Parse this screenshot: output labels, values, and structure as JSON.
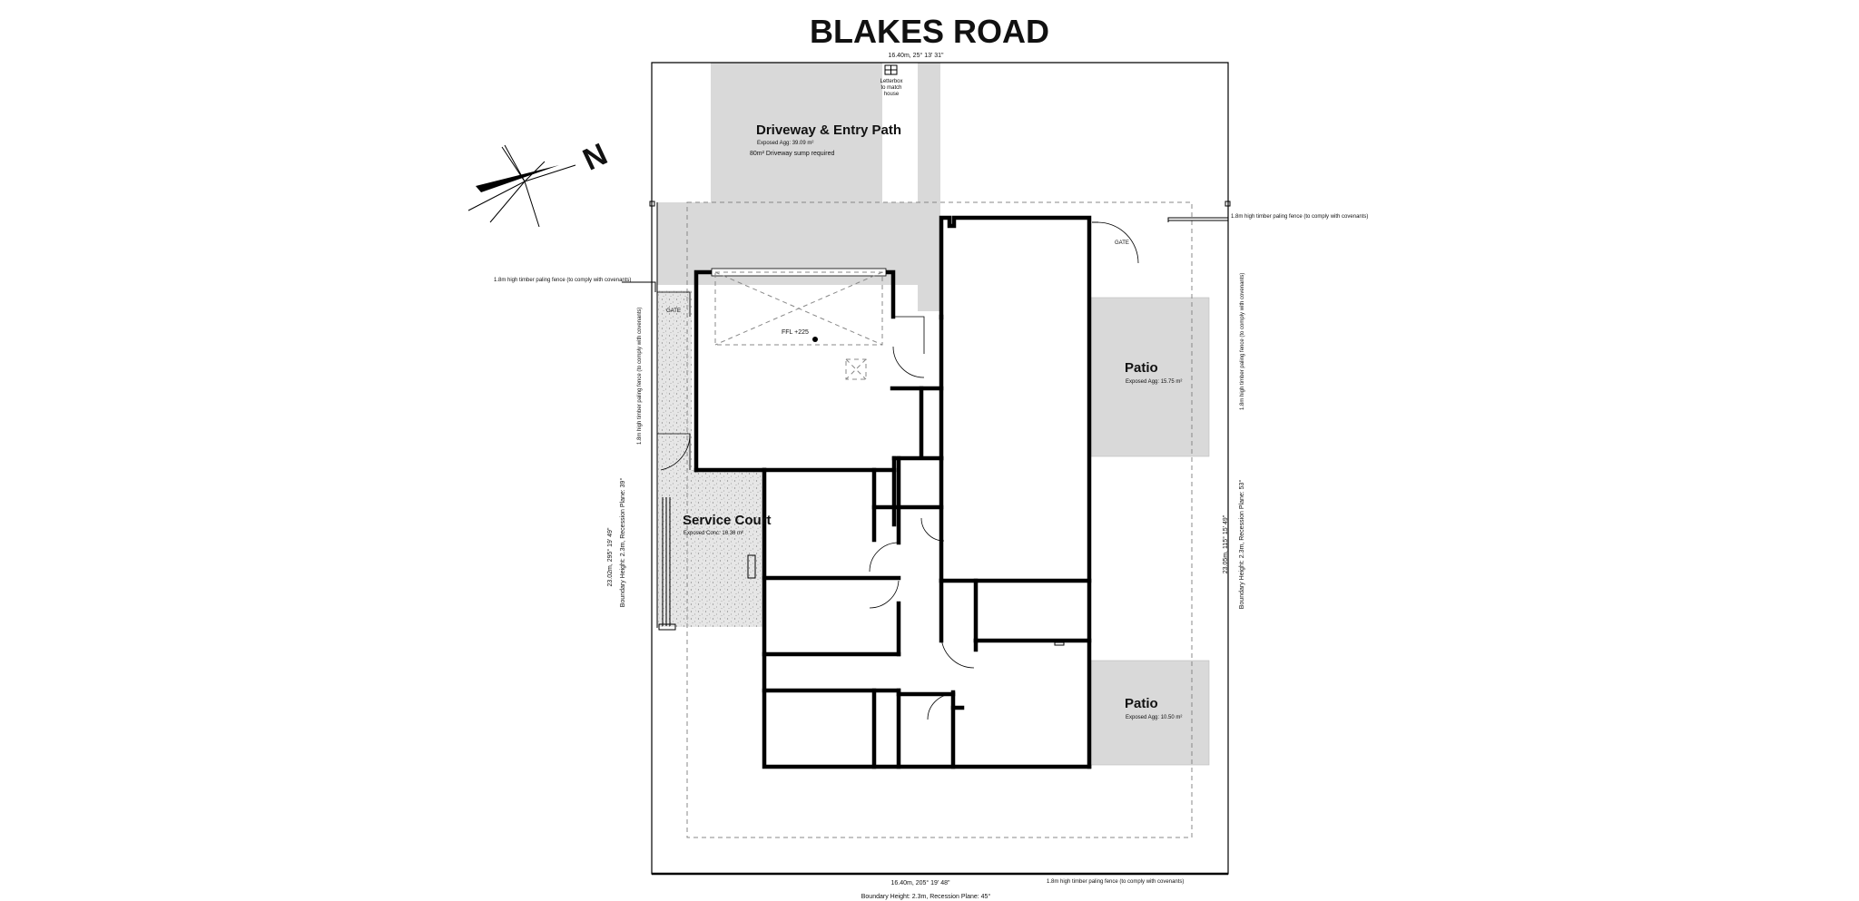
{
  "title": "BLAKES ROAD",
  "boundary": {
    "top": "16.40m, 25° 13' 31\"",
    "bottom": "16.40m, 205° 19' 48\"",
    "bottom_height": "Boundary Height: 2.3m, Recession Plane: 45°",
    "left_dim": "23.02m, 295° 19' 49\"",
    "left_height": "Boundary Height: 2.3m, Recession Plane: 39°",
    "right_dim": "23.05m, 115° 15' 49\"",
    "right_height": "Boundary Height: 2.3m, Recession Plane: 53°"
  },
  "fences": {
    "fence_left": "1.8m high timber paling fence (to comply with covenants)",
    "fence_left_vertical": "1.8m high timber paling fence (to comply with covenants)",
    "fence_right": "1.8m high timber paling fence (to comply with covenants)",
    "fence_right_vertical": "1.8m high timber paling fence (to comply with covenants)",
    "fence_bottom": "1.8m high timber paling fence (to comply with covenants)"
  },
  "letterbox": [
    "Letterbox",
    "to match",
    "house"
  ],
  "areas": {
    "driveway": {
      "name": "Driveway & Entry Path",
      "sub": "Exposed Agg: 39.09 m²",
      "note": "80m² Driveway sump required"
    },
    "patio_top": {
      "name": "Patio",
      "sub": "Exposed Agg: 15.75 m²"
    },
    "patio_bottom": {
      "name": "Patio",
      "sub": "Exposed Agg: 10.50 m²"
    },
    "service_court": {
      "name": "Service Court",
      "sub": "Exposed Conc: 16.36 m²"
    }
  },
  "labels": {
    "gate_left": "GATE",
    "gate_right": "GATE",
    "ffl": "FFL +225"
  },
  "compass": {
    "north_label": "N"
  },
  "colors": {
    "paving": "#d9d9d9",
    "gravel": "#e3e3e3",
    "wall": "#000000"
  }
}
